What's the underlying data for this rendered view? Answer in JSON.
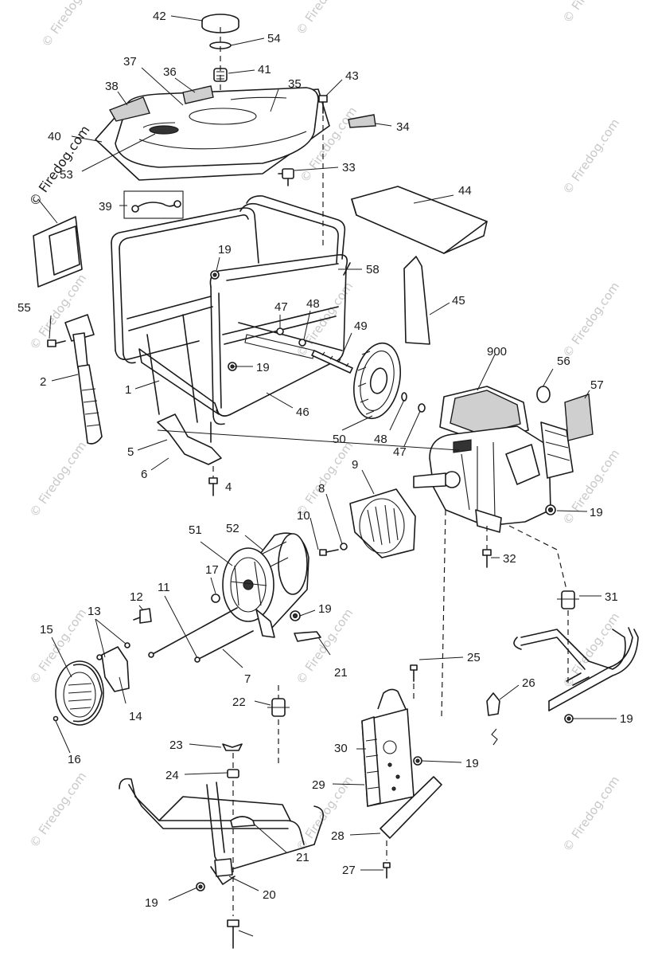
{
  "watermark": {
    "primary": "© Firedog.com",
    "repeat": "© Firedog.com"
  },
  "callouts": {
    "c1": "1",
    "c2": "2",
    "c4": "4",
    "c5": "5",
    "c6": "6",
    "c7": "7",
    "c8": "8",
    "c9": "9",
    "c10": "10",
    "c11": "11",
    "c12": "12",
    "c13": "13",
    "c14": "14",
    "c15": "15",
    "c16": "16",
    "c17": "17",
    "c19": "19",
    "c20": "20",
    "c21": "21",
    "c22": "22",
    "c23": "23",
    "c24": "24",
    "c25": "25",
    "c26": "26",
    "c27": "27",
    "c28": "28",
    "c29": "29",
    "c30": "30",
    "c31": "31",
    "c32": "32",
    "c33": "33",
    "c34": "34",
    "c35": "35",
    "c36": "36",
    "c37": "37",
    "c38": "38",
    "c39": "39",
    "c40": "40",
    "c41": "41",
    "c42": "42",
    "c43": "43",
    "c44": "44",
    "c45": "45",
    "c46": "46",
    "c47": "47",
    "c48": "48",
    "c49": "49",
    "c50": "50",
    "c51": "51",
    "c52": "52",
    "c53": "53",
    "c54": "54",
    "c55": "55",
    "c56": "56",
    "c57": "57",
    "c58": "58",
    "c900": "900"
  }
}
